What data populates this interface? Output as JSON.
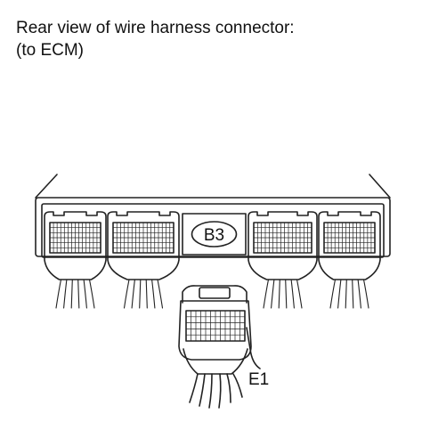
{
  "heading": {
    "line1": "Rear view of wire harness connector:",
    "line2": "(to ECM)"
  },
  "diagram": {
    "center_badge": "B3",
    "pin_label": "E1",
    "line_color": "#222222"
  }
}
